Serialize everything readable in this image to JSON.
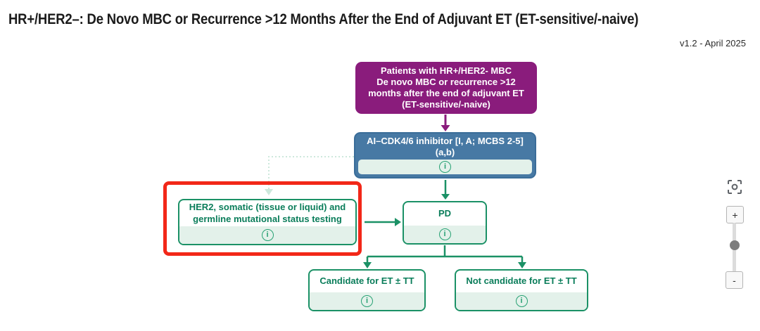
{
  "header": {
    "title": "HR+/HER2–: De Novo MBC or Recurrence >12 Months After the End of Adjuvant ET (ET-sensitive/-naive)",
    "version": "v1.2 - April 2025"
  },
  "flowchart": {
    "info_glyph": "i",
    "patients_box": {
      "line1": "Patients with HR+/HER2- MBC",
      "line2": "De novo MBC or recurrence >12 months after the end of adjuvant ET",
      "line3": "(ET-sensitive/-naive)"
    },
    "treatment_box": {
      "line1": "AI–CDK4/6 inhibitor [I, A; MCBS 2-5]",
      "line2": "(a,b)"
    },
    "testing_box": {
      "label": "HER2, somatic (tissue or liquid) and germline mutational status testing",
      "highlighted": true
    },
    "pd_box": {
      "label": "PD"
    },
    "candidate_box": {
      "label": "Candidate for ET ± TT"
    },
    "not_candidate_box": {
      "label": "Not candidate for ET ± TT"
    }
  },
  "zoom_controls": {
    "zoom_in_label": "+",
    "zoom_out_label": "-"
  },
  "colors": {
    "purple_node": "#8a1c7c",
    "blue_node": "#4779a4",
    "green_accent": "#1b9166",
    "green_text": "#0a7d5a",
    "info_bar_mint": "#e3f1ea",
    "highlight_red": "#f22718",
    "dotted_connector": "#cde8dc"
  }
}
